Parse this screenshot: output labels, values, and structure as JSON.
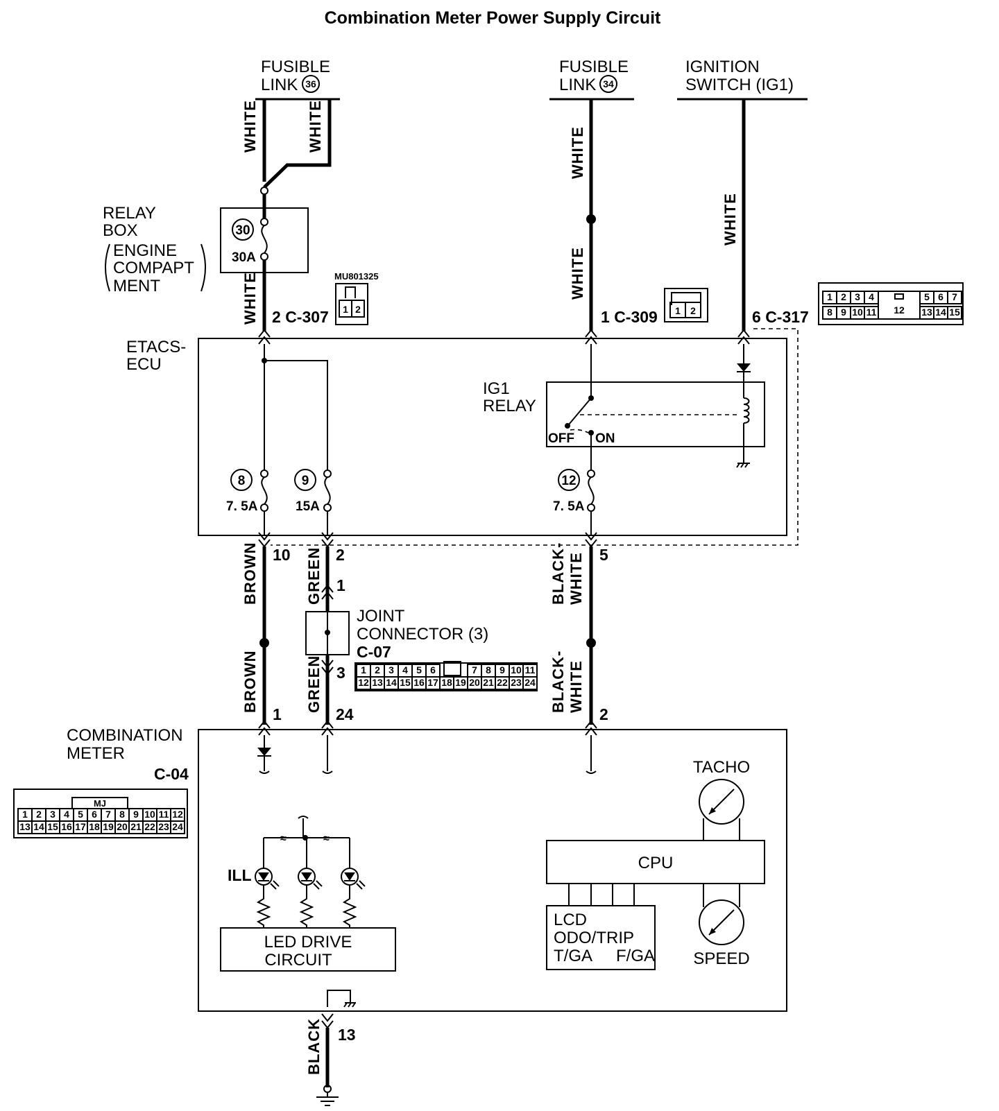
{
  "title": "Combination Meter Power Supply Circuit",
  "sources": {
    "fusible_link_36": {
      "line1": "FUSIBLE",
      "line2": "LINK",
      "num": "36"
    },
    "fusible_link_34": {
      "line1": "FUSIBLE",
      "line2": "LINK",
      "num": "34"
    },
    "ignition_switch": {
      "line1": "IGNITION",
      "line2": "SWITCH (IG1)"
    }
  },
  "relay_box": {
    "line1": "RELAY",
    "line2": "BOX",
    "sub1": "ENGINE",
    "sub2": "COMPAPT",
    "sub3": "MENT",
    "fuse_num": "30",
    "fuse_rating": "30A"
  },
  "connectors": {
    "c307": {
      "pin": "2",
      "name": "C-307",
      "part_no": "MU801325",
      "cells": [
        "1",
        "2"
      ]
    },
    "c309": {
      "pin": "1",
      "name": "C-309",
      "cells": [
        "1",
        "2"
      ]
    },
    "c317": {
      "pin": "6",
      "name": "C-317",
      "row1": [
        "1",
        "2",
        "3",
        "4",
        "12",
        "5",
        "6",
        "7"
      ],
      "row2": [
        "8",
        "9",
        "10",
        "11",
        "13",
        "14",
        "15"
      ]
    },
    "c07": {
      "name": "C-07",
      "row1": [
        "1",
        "2",
        "3",
        "4",
        "5",
        "6",
        "7",
        "8",
        "9",
        "10",
        "11"
      ],
      "row2": [
        "12",
        "13",
        "14",
        "15",
        "16",
        "17",
        "18",
        "19",
        "20",
        "21",
        "22",
        "23",
        "24"
      ]
    },
    "c04": {
      "name": "C-04",
      "tag": "MJ",
      "row1": [
        "1",
        "2",
        "3",
        "4",
        "5",
        "6",
        "7",
        "8",
        "9",
        "10",
        "11",
        "12"
      ],
      "row2": [
        "13",
        "14",
        "15",
        "16",
        "17",
        "18",
        "19",
        "20",
        "21",
        "22",
        "23",
        "24"
      ]
    }
  },
  "etacs": {
    "line1": "ETACS-",
    "line2": "ECU",
    "relay_line1": "IG1",
    "relay_line2": "RELAY",
    "off_label": "OFF",
    "on_label": "ON",
    "fuses": [
      {
        "num": "8",
        "rating": "7. 5A"
      },
      {
        "num": "9",
        "rating": "15A"
      },
      {
        "num": "12",
        "rating": "7. 5A"
      }
    ],
    "out_pins": [
      "10",
      "2",
      "5"
    ]
  },
  "joint": {
    "line1": "JOINT",
    "line2": "CONNECTOR (3)",
    "pin_in": "1",
    "pin_out": "3"
  },
  "meter": {
    "line1": "COMBINATION",
    "line2": "METER",
    "in_pins": [
      "1",
      "24",
      "2"
    ],
    "ground_pin": "13",
    "ill": "ILL",
    "led1": "LED DRIVE",
    "led2": "CIRCUIT",
    "cpu": "CPU",
    "lcd1": "LCD",
    "lcd2": "ODO/TRIP",
    "lcd3a": "T/GA",
    "lcd3b": "F/GA",
    "tacho": "TACHO",
    "speed": "SPEED"
  },
  "wires": {
    "white": "WHITE",
    "brown": "BROWN",
    "green": "GREEN",
    "black_white_1": "BLACK-",
    "black_white_2": "WHITE",
    "black": "BLACK"
  }
}
